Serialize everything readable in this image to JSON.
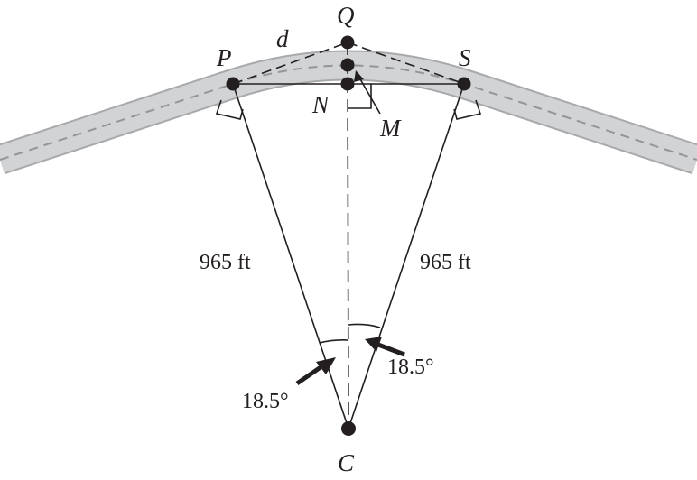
{
  "points": {
    "P": "P",
    "Q": "Q",
    "S": "S",
    "N": "N",
    "M": "M",
    "C": "C"
  },
  "segment_label": "d",
  "radius_left": "965 ft",
  "radius_right": "965 ft",
  "angle_left": "18.5°",
  "angle_right": "18.5°",
  "colors": {
    "ink": "#231f20",
    "road_edge": "#a7a9ac",
    "road_fill": "#d1d3d4",
    "road_center": "#939598"
  }
}
